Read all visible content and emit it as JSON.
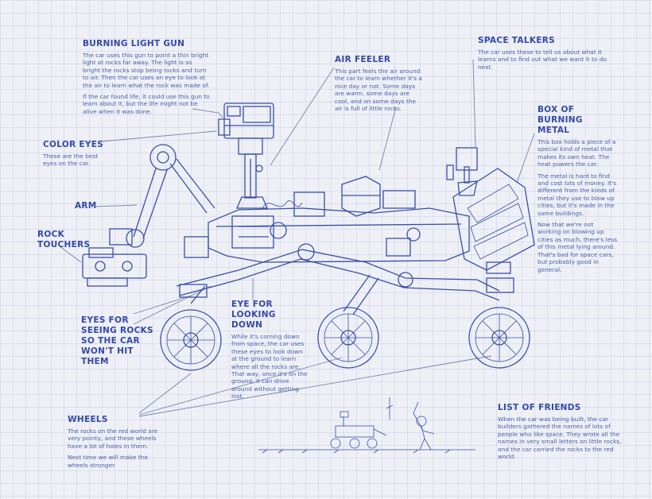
{
  "colors": {
    "ink": "#3a4fa8",
    "paper": "#eef0f6",
    "leader": "#7a82a8"
  },
  "labels": {
    "burning_light_gun": {
      "title": "BURNING LIGHT GUN",
      "p1": "The car uses this gun to point a thin bright light at rocks far away. The light is so bright the rocks stop being rocks and turn to air. Then the car uses an eye to look at the air to learn what the rock was made of.",
      "p2": "If the car found life, it could use this gun to learn about it, but the life might not be alive when it was done."
    },
    "air_feeler": {
      "title": "AIR FEELER",
      "p1": "This part feels the air around the car to learn whether it's a nice day or not. Some days are warm, some days are cool, and on some days the air is full of little rocks."
    },
    "space_talkers": {
      "title": "SPACE TALKERS",
      "p1": "The car uses these to tell us about what it learns and to find out what we want it to do next."
    },
    "box_of_burning_metal": {
      "title": "BOX OF BURNING METAL",
      "p1": "This box holds a piece of a special kind of metal that makes its own heat. The heat powers the car.",
      "p2": "The metal is hard to find and cost lots of money. It's different from the kinds of metal they use to blow up cities, but it's made in the same buildings.",
      "p3": "Now that we're not working on blowing up cities as much, there's less of this metal lying around. That's bad for space cars, but probably good in general."
    },
    "color_eyes": {
      "title": "COLOR EYES",
      "p1": "These are the best eyes on the car."
    },
    "arm": {
      "title": "ARM"
    },
    "rock_touchers": {
      "title": "ROCK TOUCHERS"
    },
    "eyes_for_seeing_rocks": {
      "title": "EYES FOR SEEING ROCKS SO THE CAR WON'T HIT THEM"
    },
    "eye_for_looking_down": {
      "title": "EYE FOR LOOKING DOWN",
      "p1": "While it's coming down from space, the car uses these eyes to look down at the ground to learn where all the rocks are. That way, once it's on the ground, it can drive around without getting lost."
    },
    "wheels": {
      "title": "WHEELS",
      "p1": "The rocks on the red world are very pointy, and these wheels have a lot of holes in them.",
      "p2": "Next time we will make the wheels stronger."
    },
    "list_of_friends": {
      "title": "LIST OF FRIENDS",
      "p1": "When the car was being built, the car builders gathered the names of lots of people who like space. They wrote all the names in very small letters on little rocks, and the car carried the rocks to the red world."
    }
  }
}
